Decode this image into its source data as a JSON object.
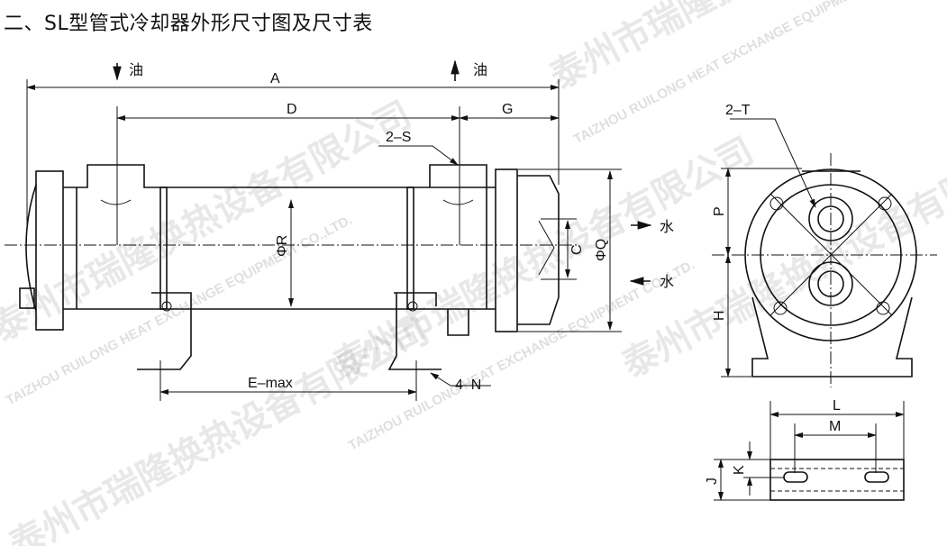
{
  "title": "二、SL型管式冷却器外形尺寸图及尺寸表",
  "labels": {
    "oil_in": "油",
    "oil_out": "油",
    "water_out": "水",
    "water_in": "水",
    "A": "A",
    "D": "D",
    "G": "G",
    "S": "2–S",
    "R": "ΦR",
    "C": "C",
    "Q": "ΦQ",
    "E": "E–max",
    "N": "4–N",
    "T": "2–T",
    "P": "P",
    "H": "H",
    "L": "L",
    "M": "M",
    "K": "K",
    "J": "J"
  },
  "watermark": {
    "cn": "泰州市瑞隆换热设备有限公司",
    "en": "TAIZHOU RUILONG HEAT EXCHANGE EQUIPMENT CO.,LTD."
  }
}
